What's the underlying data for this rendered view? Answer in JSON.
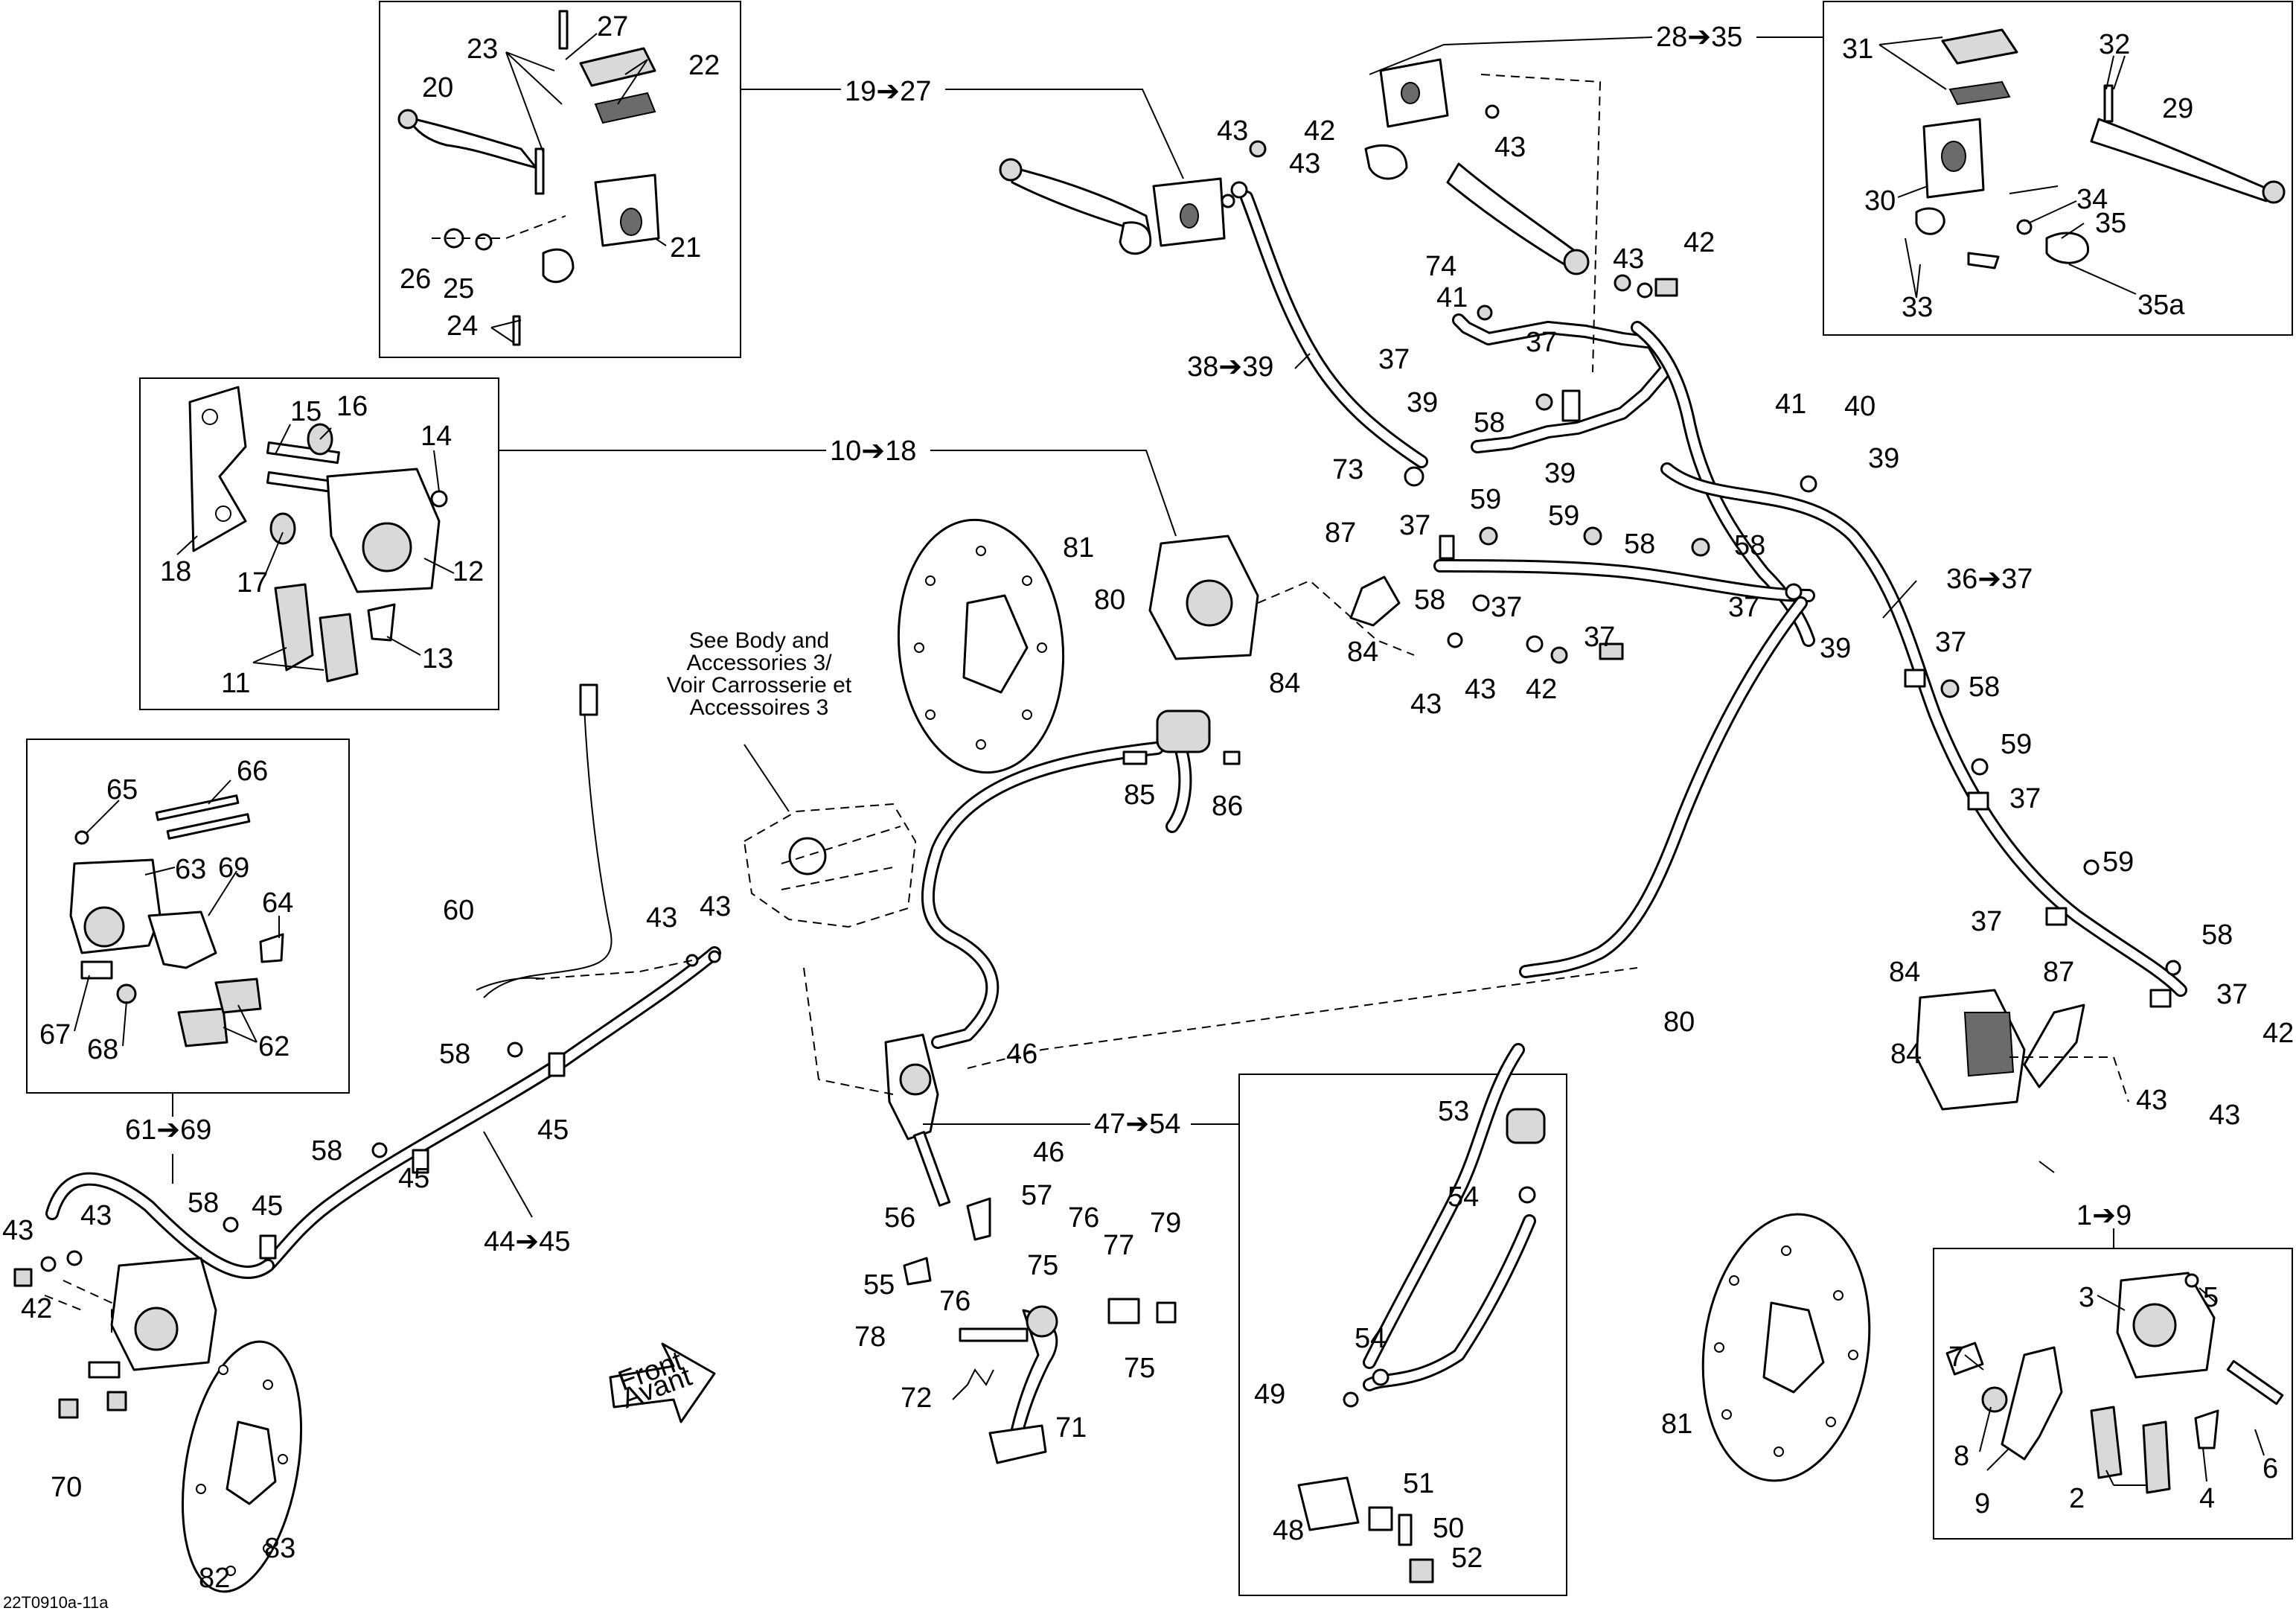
{
  "diagram": {
    "image_code": "22T0910a-11a",
    "note": [
      "See Body and",
      "Accessories 3/",
      "Voir Carrosserie et",
      "Accessoires 3"
    ],
    "front_badge": [
      "Front",
      "Avant"
    ],
    "group_labels": {
      "g1": "19➔27",
      "g2": "28➔35",
      "g3": "10➔18",
      "g4": "38➔39",
      "g5": "36➔37",
      "g6": "47➔54",
      "g7": "61➔69",
      "g8": "44➔45",
      "g9": "1➔9"
    },
    "callouts": {
      "c20": "20",
      "c23": "23",
      "c27": "27",
      "c22": "22",
      "c21": "21",
      "c26": "26",
      "c25": "25",
      "c24": "24",
      "c31": "31",
      "c32": "32",
      "c29": "29",
      "c30": "30",
      "c34": "34",
      "c35": "35",
      "c33": "33",
      "c35a": "35a",
      "c15": "15",
      "c16": "16",
      "c14": "14",
      "c18": "18",
      "c17": "17",
      "c12": "12",
      "c11": "11",
      "c13": "13",
      "c65": "65",
      "c66": "66",
      "c63": "63",
      "c69": "69",
      "c64": "64",
      "c67": "67",
      "c68": "68",
      "c62": "62",
      "c3": "3",
      "c5": "5",
      "c7": "7",
      "c8": "8",
      "c9": "9",
      "c2": "2",
      "c4": "4",
      "c6": "6",
      "c43a": "43",
      "c43b": "43",
      "c42a": "42",
      "c43c": "43",
      "c43d": "43",
      "c42b": "42",
      "c74": "74",
      "c41a": "41",
      "c37a": "37",
      "c37b": "37",
      "c39a": "39",
      "c58a": "58",
      "c39b": "39",
      "c73": "73",
      "c41b": "41",
      "c40": "40",
      "c39c": "39",
      "c59a": "59",
      "c37c": "37",
      "c59b": "59",
      "c58b": "58",
      "c58c": "58",
      "c87a": "87",
      "c58d": "58",
      "c37d": "37",
      "c37e": "37",
      "c37f": "37",
      "c39d": "39",
      "c84a": "84",
      "c43e": "43",
      "c43f": "43",
      "c42c": "42",
      "c81a": "81",
      "c80a": "80",
      "c84b": "84",
      "c37g": "37",
      "c58e": "58",
      "c59c": "59",
      "c37h": "37",
      "c59d": "59",
      "c37i": "37",
      "c58f": "58",
      "c37j": "37",
      "c87b": "87",
      "c84c": "84",
      "c84d": "84",
      "c42d": "42",
      "c43g": "43",
      "c43h": "43",
      "c80b": "80",
      "c81b": "81",
      "c85": "85",
      "c86": "86",
      "c60": "60",
      "c43i": "43",
      "c43j": "43",
      "c58g": "58",
      "c45a": "45",
      "c58h": "58",
      "c45b": "45",
      "c58i": "58",
      "c45c": "45",
      "c43k": "43",
      "c43l": "43",
      "c42e": "42",
      "c70": "70",
      "c82": "82",
      "c83": "83",
      "c46a": "46",
      "c46b": "46",
      "c57": "57",
      "c56": "56",
      "c55": "55",
      "c75a": "75",
      "c76a": "76",
      "c76b": "76",
      "c77": "77",
      "c79": "79",
      "c78": "78",
      "c75b": "75",
      "c72": "72",
      "c71": "71",
      "c53": "53",
      "c54a": "54",
      "c54b": "54",
      "c49": "49",
      "c51": "51",
      "c50": "50",
      "c48": "48",
      "c52": "52"
    }
  }
}
